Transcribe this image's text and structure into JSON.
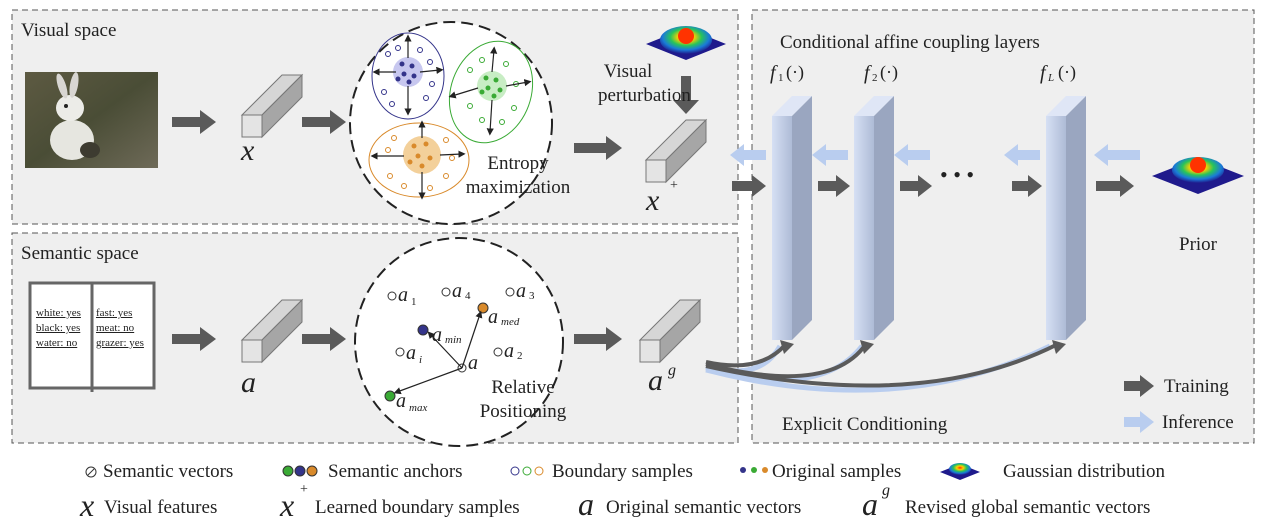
{
  "panels": {
    "visual_space": "Visual space",
    "semantic_space": "Semantic space",
    "flow_title": "Conditional affine coupling layers"
  },
  "variables": {
    "x": "x",
    "x_plus": "x",
    "plus": "+",
    "a": "a",
    "a_g": "a",
    "g": "g"
  },
  "visual": {
    "perturbation": "Visual perturbation",
    "entropy": "Entropy maximization"
  },
  "semantic": {
    "book_left": [
      "white: yes",
      "black: yes",
      "water: no"
    ],
    "book_right": [
      "fast: yes",
      "meat: no",
      "grazer: yes"
    ],
    "relative": "Relative Positioning",
    "nodes": {
      "a1": "a",
      "a1_sub": "1",
      "a4": "a",
      "a4_sub": "4",
      "a3": "a",
      "a3_sub": "3",
      "amed": "a",
      "amed_sub": "med",
      "amin": "a",
      "amin_sub": "min",
      "ai": "a",
      "ai_sub": "i",
      "a2": "a",
      "a2_sub": "2",
      "acenter": "a",
      "amax": "a",
      "amax_sub": "max"
    }
  },
  "flow": {
    "f1": "f",
    "f1_sub": "1",
    "f1_arg": "(·)",
    "f2": "f",
    "f2_sub": "2",
    "f2_arg": "(·)",
    "fL": "f",
    "fL_sub": "L",
    "fL_arg": "(·)",
    "dots": "• • •",
    "prior": "Prior",
    "explicit": "Explicit Conditioning",
    "training": "Training",
    "inference": "Inference"
  },
  "legend": {
    "semantic_vectors": "Semantic vectors",
    "semantic_anchors": "Semantic anchors",
    "boundary_samples": "Boundary samples",
    "original_samples": "Original samples",
    "gaussian": "Gaussian distribution",
    "visual_features": "Visual features",
    "learned_boundary": "Learned boundary samples",
    "original_semantic": "Original semantic vectors",
    "revised_global": "Revised global semantic vectors",
    "x": "x",
    "x_plus": "x",
    "plus": "+",
    "a": "a",
    "a_g": "a",
    "g": "g"
  },
  "colors": {
    "panel_bg": "#efefef",
    "arrow_gray": "#5a5a5a",
    "inference_blue": "#b9cdef",
    "blue": "#34348a",
    "green": "#3aaa35",
    "orange": "#d98a2b"
  }
}
